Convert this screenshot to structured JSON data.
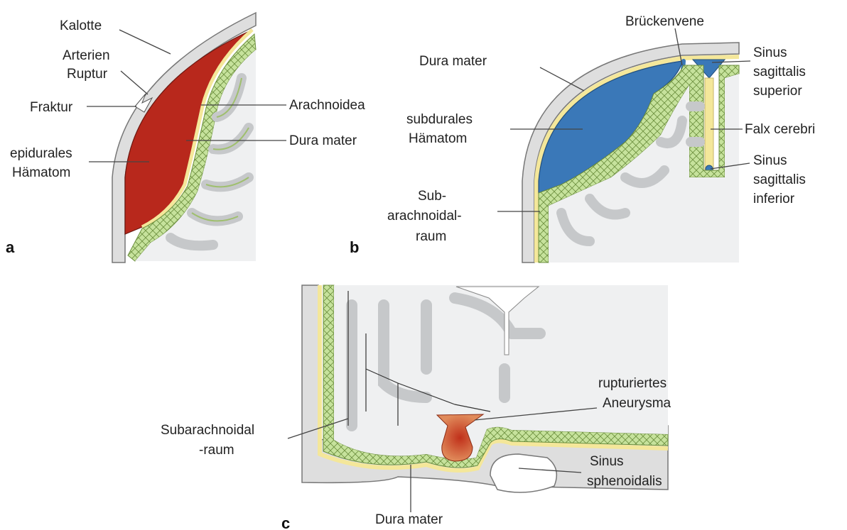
{
  "panels": {
    "a": {
      "letter": "a",
      "labels": {
        "kalotte": "Kalotte",
        "arterien": "Arterien",
        "ruptur": "Ruptur",
        "fraktur": "Fraktur",
        "arachnoidea": "Arachnoidea",
        "dura_mater": "Dura mater",
        "epidurales": "epidurales",
        "haematom": "Hämatom"
      }
    },
    "b": {
      "letter": "b",
      "labels": {
        "brueckenvene": "Brückenvene",
        "dura_mater": "Dura mater",
        "sinus_sup_1": "Sinus",
        "sinus_sup_2": "sagittalis",
        "sinus_sup_3": "superior",
        "subdurales": "subdurales",
        "haematom": "Hämatom",
        "falx": "Falx cerebri",
        "sinus_inf_1": "Sinus",
        "sinus_inf_2": "sagittalis",
        "sinus_inf_3": "inferior",
        "sub_1": "Sub-",
        "sub_2": "arachnoidal-",
        "sub_3": "raum"
      }
    },
    "c": {
      "letter": "c",
      "labels": {
        "aneurysma_1": "rupturiertes",
        "aneurysma_2": "Aneurysma",
        "subarach_1": "Subarachnoidal",
        "subarach_2": "-raum",
        "sinus_sph_1": "Sinus",
        "sinus_sph_2": "sphenoidalis",
        "dura_mater": "Dura mater"
      }
    }
  },
  "colors": {
    "epidural_blood": "#b8281c",
    "subdural_blood": "#3a78b8",
    "subarachnoid_blood": "#c8401e",
    "dura": "#f4e79a",
    "arachnoid_web": "#b9d98a",
    "brain": "#f1f2f3",
    "gyri": "#c8cacc",
    "skull": "#dcdcdc"
  }
}
